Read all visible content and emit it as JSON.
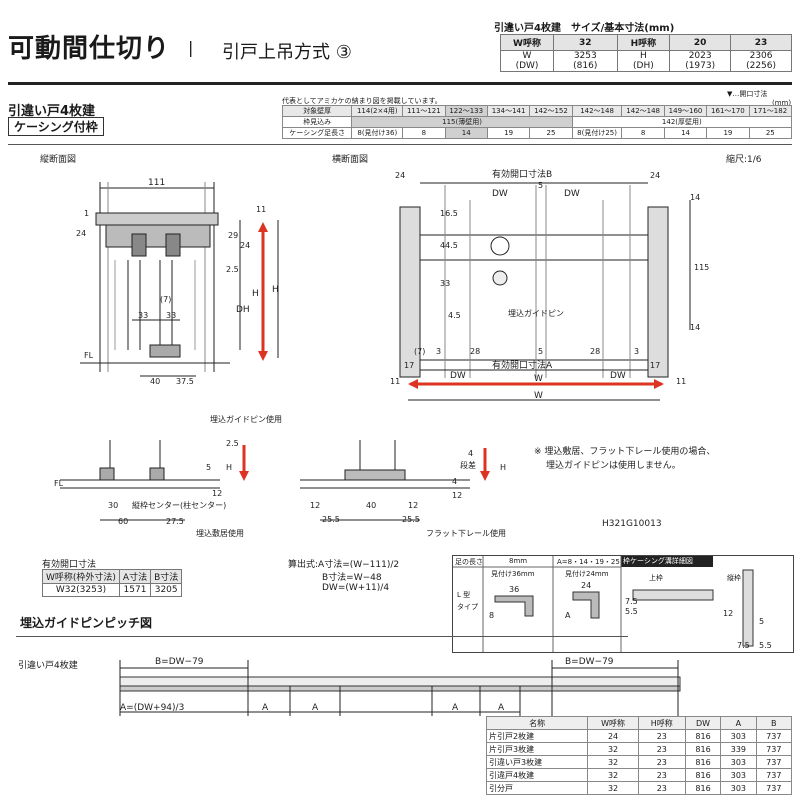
{
  "header": {
    "title": "可動間仕切り",
    "separator": "|",
    "subtitle": "引戸上吊方式 ③",
    "size_table_title": "引違い戸4枚建　サイズ/基本寸法(mm)",
    "size_table": {
      "head": [
        "W呼称",
        "32",
        "H呼称",
        "20",
        "23"
      ],
      "row": {
        "w_label": "W",
        "w_label2": "(DW)",
        "w_val": "3253",
        "w_val2": "(816)",
        "h_label": "H",
        "h_label2": "(DH)",
        "h20": "2023",
        "h20b": "(1973)",
        "h23": "2306",
        "h23b": "(2256)"
      }
    }
  },
  "section": {
    "label": "引違い戸4枚建",
    "casing_label": "ケーシング付枠",
    "note": "代表としてアミカケの納まり図を掲載しています。",
    "opening_legend": "▼…開口寸法",
    "unit": "(mm)",
    "wall_table": {
      "rows": [
        [
          "対象壁厚",
          "114(2×4用)",
          "111〜121",
          "122〜133",
          "134〜141",
          "142〜152",
          "142〜148",
          "142〜148",
          "149〜160",
          "161〜170",
          "171〜182"
        ],
        [
          "枠見込み",
          "115(薄壁用)",
          "",
          "",
          "",
          "",
          "142(厚壁用)",
          "",
          "",
          "",
          ""
        ],
        [
          "ケーシング足長さ",
          "8(見付け36)",
          "8",
          "14",
          "19",
          "25",
          "8(見付け25)",
          "8",
          "14",
          "19",
          "25"
        ]
      ]
    }
  },
  "drawings": {
    "vertical_section": "縦断面図",
    "horizontal_section": "横断面図",
    "scale": "縮尺:1/6",
    "effective_b": "有効開口寸法B",
    "effective_a": "有効開口寸法A",
    "guide_pin": "埋込ガイドピン",
    "guide_pin_use": "埋込ガイドピン使用",
    "sill_use": "埋込敷居使用",
    "flat_rail_use": "フラット下レール使用",
    "center_label": "縦枠センター(柱センター)",
    "step_label": "段差",
    "fl": "FL",
    "note_line1": "※ 埋込敷居、フラット下レール使用の場合、",
    "note_line2": "埋込ガイドピンは使用しません。",
    "product_code": "H321G10013",
    "dims": {
      "d111": "111",
      "d24": "24",
      "d11": "11",
      "d1": "1",
      "d29": "29",
      "d24b": "24",
      "d25": "2.5",
      "dh": "DH",
      "h": "H",
      "d7p": "(7)",
      "d33": "33",
      "d40": "40",
      "d375": "37.5",
      "d5": "5",
      "dw": "DW",
      "d165": "16.5",
      "d445": "44.5",
      "d45": "4.5",
      "d115": "115",
      "d14": "14",
      "d28": "28",
      "d3": "3",
      "d17": "17",
      "w": "W",
      "d30": "30",
      "d60": "60",
      "d275": "27.5",
      "d12": "12",
      "d255": "25.5",
      "d4": "4"
    }
  },
  "effective_table": {
    "title": "有効開口寸法",
    "head": [
      "W呼称(枠外寸法)",
      "A寸法",
      "B寸法"
    ],
    "row": [
      "W32(3253)",
      "1571",
      "3205"
    ]
  },
  "formula": {
    "line1": "算出式:A寸法=(W−111)/2",
    "line2": "B寸法=W−48",
    "line3": "DW=(W+11)/4"
  },
  "casing_detail": {
    "leg_length": "足の長さ",
    "col_8": "8mm",
    "col_multi": "A=8・14・19・25mm",
    "face_36": "見付け36mm",
    "face_24": "見付け24mm",
    "l_type": "L 型",
    "type": "タイプ",
    "detail_title": "枠ケーシング溝詳細図",
    "top_frame": "上枠",
    "vertical_frame": "縦枠",
    "d36": "36",
    "d24": "24",
    "d8": "8",
    "dA": "A",
    "d75": "7.5",
    "d55": "5.5",
    "d12": "12",
    "d5": "5"
  },
  "pitch": {
    "title": "埋込ガイドピンピッチ図",
    "door_label": "引違い戸4枚建",
    "b_left": "B=DW−79",
    "b_right": "B=DW−79",
    "a_formula": "A=(DW+94)/3",
    "a": "A",
    "table": {
      "head": [
        "名称",
        "W呼称",
        "H呼称",
        "DW",
        "A",
        "B"
      ],
      "rows": [
        [
          "片引戸2枚建",
          "24",
          "23",
          "816",
          "303",
          "737"
        ],
        [
          "片引戸3枚建",
          "32",
          "23",
          "816",
          "339",
          "737"
        ],
        [
          "引違い戸3枚建",
          "32",
          "23",
          "816",
          "303",
          "737"
        ],
        [
          "引違戸4枚建",
          "32",
          "23",
          "816",
          "303",
          "737"
        ],
        [
          "引分戸",
          "32",
          "23",
          "816",
          "303",
          "737"
        ]
      ]
    }
  }
}
